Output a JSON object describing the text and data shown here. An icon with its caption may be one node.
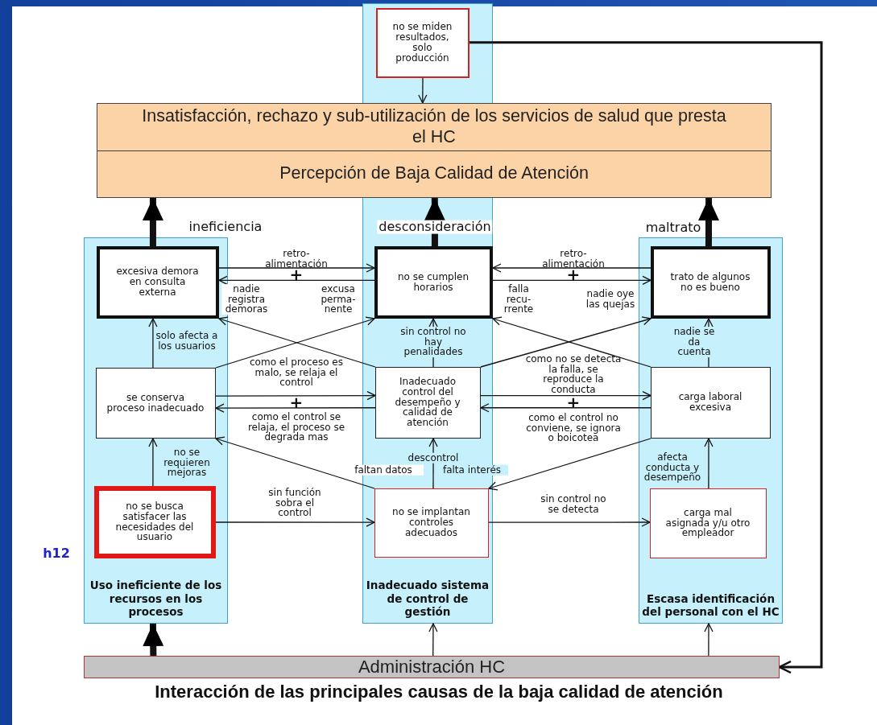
{
  "diagram": {
    "caption": "Interacción de las principales causas de la baja calidad de atención",
    "nodes": [
      {
        "text": [
          "Inadecuado sistema de control de gestión"
        ]
      },
      {
        "text": [
          "no se miden resultados, solo producción"
        ],
        "in": 0
      },
      {
        "text": [
          "Insatisfacción, rechazo y sub-utilización de los servicios de salud que presta el HC",
          "Percepción de Baja Calidad de Atención"
        ]
      },
      {
        "text": [
          "Uso ineficiente de los recursos en los procesos"
        ]
      },
      {
        "text": [
          "Escasa identificación del personal con el HC"
        ]
      },
      {
        "text": [
          "excesiva demora en consulta externa"
        ],
        "in": 3
      },
      {
        "text": [
          "no se cumplen horarios"
        ],
        "in": 0
      },
      {
        "text": [
          "trato de algunos no es bueno"
        ],
        "in": 4
      },
      {
        "text": [
          "se conserva proceso inadecuado"
        ],
        "in": 3
      },
      {
        "text": [
          "Inadecuado control del desempeño y calidad de atención"
        ],
        "in": 0
      },
      {
        "text": [
          "carga laboral excesiva"
        ],
        "in": 4
      },
      {
        "text": [
          "no se busca satisfacer las necesidades del usuario"
        ],
        "in": 3
      },
      {
        "text": [
          "no se implantan controles adecuados"
        ],
        "in": 0
      },
      {
        "text": [
          "carga mal asignada y/u otro empleador"
        ],
        "in": 4
      },
      {
        "text": [
          "Administración HC"
        ]
      }
    ],
    "edges": [
      {
        "from": 1,
        "to": 2,
        "arrow": "to"
      },
      {
        "from": 5,
        "to": 2,
        "arrow": "to",
        "style": "thick",
        "label": "ineficiencia"
      },
      {
        "from": 6,
        "to": 2,
        "arrow": "to",
        "style": "thick",
        "label": "desconsideración"
      },
      {
        "from": 7,
        "to": 2,
        "arrow": "to",
        "style": "thick",
        "label": "maltrato"
      },
      {
        "from": 5,
        "to": 6,
        "arrow": "to",
        "label": "retro-alimentación"
      },
      {
        "from": 6,
        "to": 5,
        "arrow": "to"
      },
      {
        "from": 7,
        "to": 6,
        "arrow": "to",
        "label": "retro-alimentación"
      },
      {
        "from": 6,
        "to": 7,
        "arrow": "to"
      },
      {
        "from": 9,
        "to": 5,
        "arrow": "to",
        "label": "nadie registra demoras"
      },
      {
        "from": 8,
        "to": 6,
        "arrow": "to",
        "label": "excusa perma-nente"
      },
      {
        "from": 10,
        "to": 6,
        "arrow": "to",
        "label": "falla recu-rrente"
      },
      {
        "from": 9,
        "to": 7,
        "arrow": "to",
        "label": "nadie oye las quejas"
      },
      {
        "from": 8,
        "to": 9,
        "arrow": "to",
        "label": "como el proceso es malo, se relaja el control"
      },
      {
        "from": 9,
        "to": 8,
        "arrow": "to",
        "label": "como el control se relaja, el proceso se degrada mas"
      },
      {
        "from": 9,
        "to": 10,
        "arrow": "to",
        "label": "como no se detecta la falla, se reproduce la conducta"
      },
      {
        "from": 10,
        "to": 9,
        "arrow": "to",
        "label": "como el control no conviene, se ignora o boicotea"
      },
      {
        "from": 8,
        "to": 5,
        "arrow": "to",
        "label": "solo afecta a los usuarios"
      },
      {
        "from": 9,
        "to": 6,
        "arrow": "to",
        "label": "sin control no hay penalidades"
      },
      {
        "from": 10,
        "to": 7,
        "arrow": "to",
        "label": "nadie se da cuenta"
      },
      {
        "from": 11,
        "to": 8,
        "arrow": "to",
        "label": "no se requieren mejoras"
      },
      {
        "from": 12,
        "to": 9,
        "arrow": "to",
        "label": "descontrol"
      },
      {
        "from": 13,
        "to": 10,
        "arrow": "to",
        "label": "afecta conducta y desempeño"
      },
      {
        "from": 12,
        "to": 8,
        "arrow": "to",
        "label": "faltan datos"
      },
      {
        "from": 10,
        "to": 12,
        "arrow": "to",
        "label": "falta interés"
      },
      {
        "from": 11,
        "to": 12,
        "arrow": "to",
        "label": "sin función sobra el control"
      },
      {
        "from": 12,
        "to": 13,
        "arrow": "to",
        "label": "sin control no se detecta"
      },
      {
        "from": 14,
        "to": 3,
        "arrow": "to",
        "style": "thick"
      },
      {
        "from": 14,
        "to": 0,
        "arrow": "to"
      },
      {
        "from": 14,
        "to": 4,
        "arrow": "to"
      },
      {
        "from": 1,
        "to": 14,
        "arrow": "to",
        "style": "thick"
      }
    ],
    "labels": [
      "+",
      "+",
      "+",
      "+",
      "h12"
    ]
  }
}
